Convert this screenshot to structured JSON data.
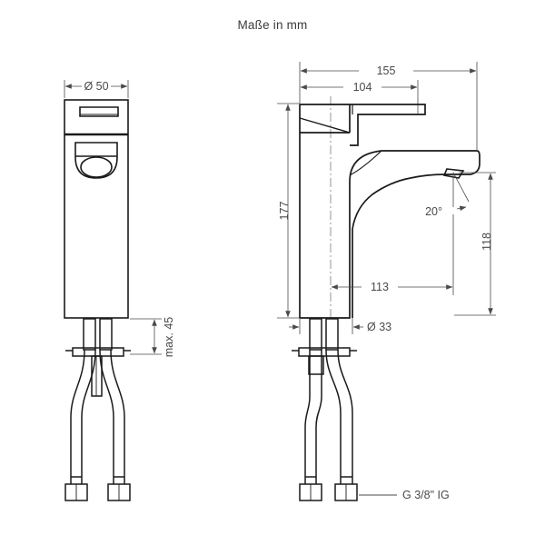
{
  "title": "Maße in mm",
  "drawing": {
    "type": "technical-dimension-drawing",
    "subject": "single-lever basin mixer tap",
    "views": [
      {
        "name": "front-view",
        "position": "left"
      },
      {
        "name": "side-view",
        "position": "right"
      }
    ],
    "units": "mm",
    "line_color": "#1a1a1a",
    "dimension_color": "#4a4a4a",
    "background_color": "#ffffff"
  },
  "dimensions": {
    "front_width": "Ø 50",
    "max_mount_thickness": "max. 45",
    "total_reach": "155",
    "spout_reach": "104",
    "total_height": "177",
    "spout_angle": "20°",
    "spout_height": "118",
    "body_to_aerator": "113",
    "body_diameter": "Ø 33",
    "connection_thread": "G 3/8\" IG"
  }
}
